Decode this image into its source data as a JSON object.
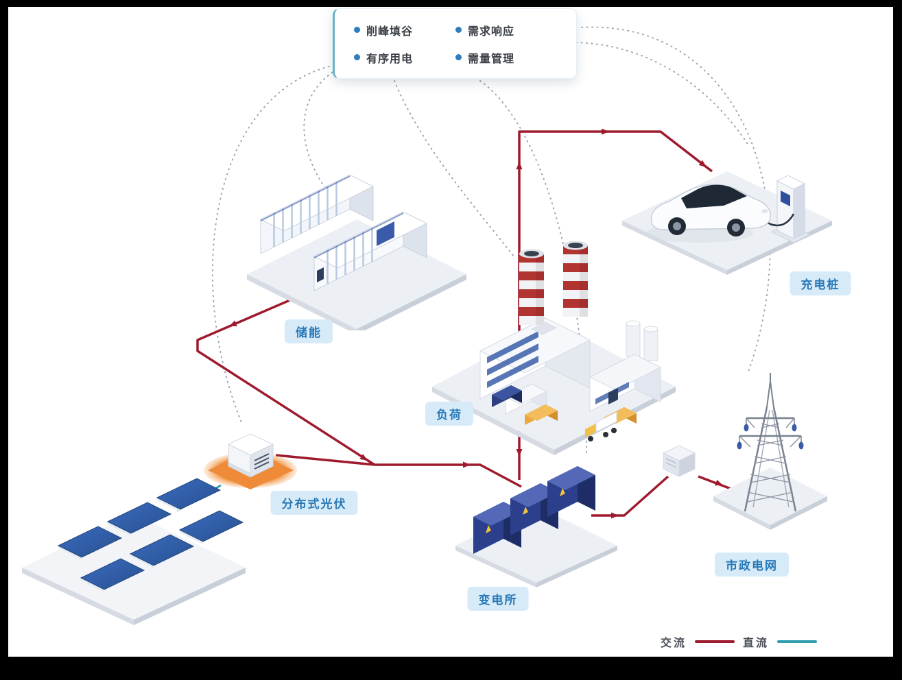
{
  "features_card": {
    "items": [
      {
        "label": "削峰填谷"
      },
      {
        "label": "需求响应"
      },
      {
        "label": "有序用电"
      },
      {
        "label": "需量管理"
      }
    ]
  },
  "nodes": {
    "storage": {
      "label": "储能"
    },
    "charging_pile": {
      "label": "充电桩"
    },
    "load": {
      "label": "负荷"
    },
    "distributed_pv": {
      "label": "分布式光伏"
    },
    "substation": {
      "label": "变电所"
    },
    "municipal_grid": {
      "label": "市政电网"
    }
  },
  "legend": {
    "ac": {
      "label": "交流",
      "color": "#9e1b2e"
    },
    "dc": {
      "label": "直流",
      "color": "#2f9fae"
    }
  },
  "colors": {
    "label_bg": "#d7eaf8",
    "label_text": "#2879b8",
    "bullet": "#2d7dbf",
    "ac_line": "#9e1b2e",
    "dc_line": "#2f9fae",
    "chimney_red": "#b23430",
    "panel_blue": "#2f5ca9",
    "cabinet_blue": "#2c3f8c",
    "pad_orange": "#ee8a38"
  }
}
